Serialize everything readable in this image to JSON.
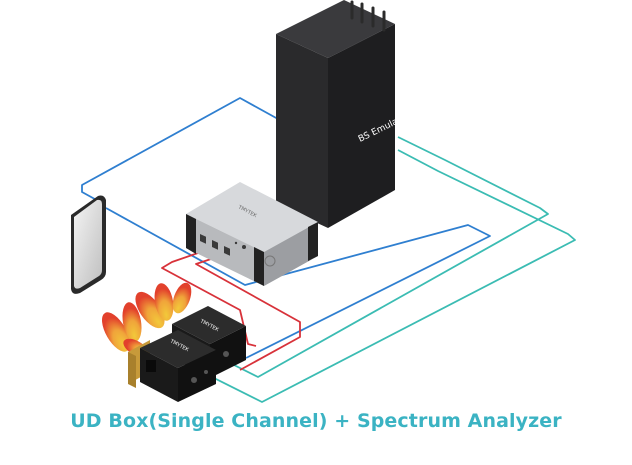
{
  "caption": "UD Box(Single Channel) + Spectrum Analyzer",
  "bs_emulator": {
    "label": "BS Emulator"
  },
  "ud_box": {
    "brand": "TMYTEK"
  },
  "device_a": {
    "brand": "TMYTEK"
  },
  "device_b": {
    "brand": "TMYTEK"
  },
  "colors": {
    "caption": "#3bb3c3",
    "blue_cable": "#2f7fd0",
    "teal_cable": "#3bbcb3",
    "red_cable": "#d8323a",
    "tower_dark": "#1e1e20",
    "box_silver": "#c9cbce",
    "beam_red": "#e2412c",
    "beam_yellow": "#f2c93a"
  },
  "icons": [
    "antenna-icon",
    "phone-icon",
    "beam-pattern-icon"
  ]
}
